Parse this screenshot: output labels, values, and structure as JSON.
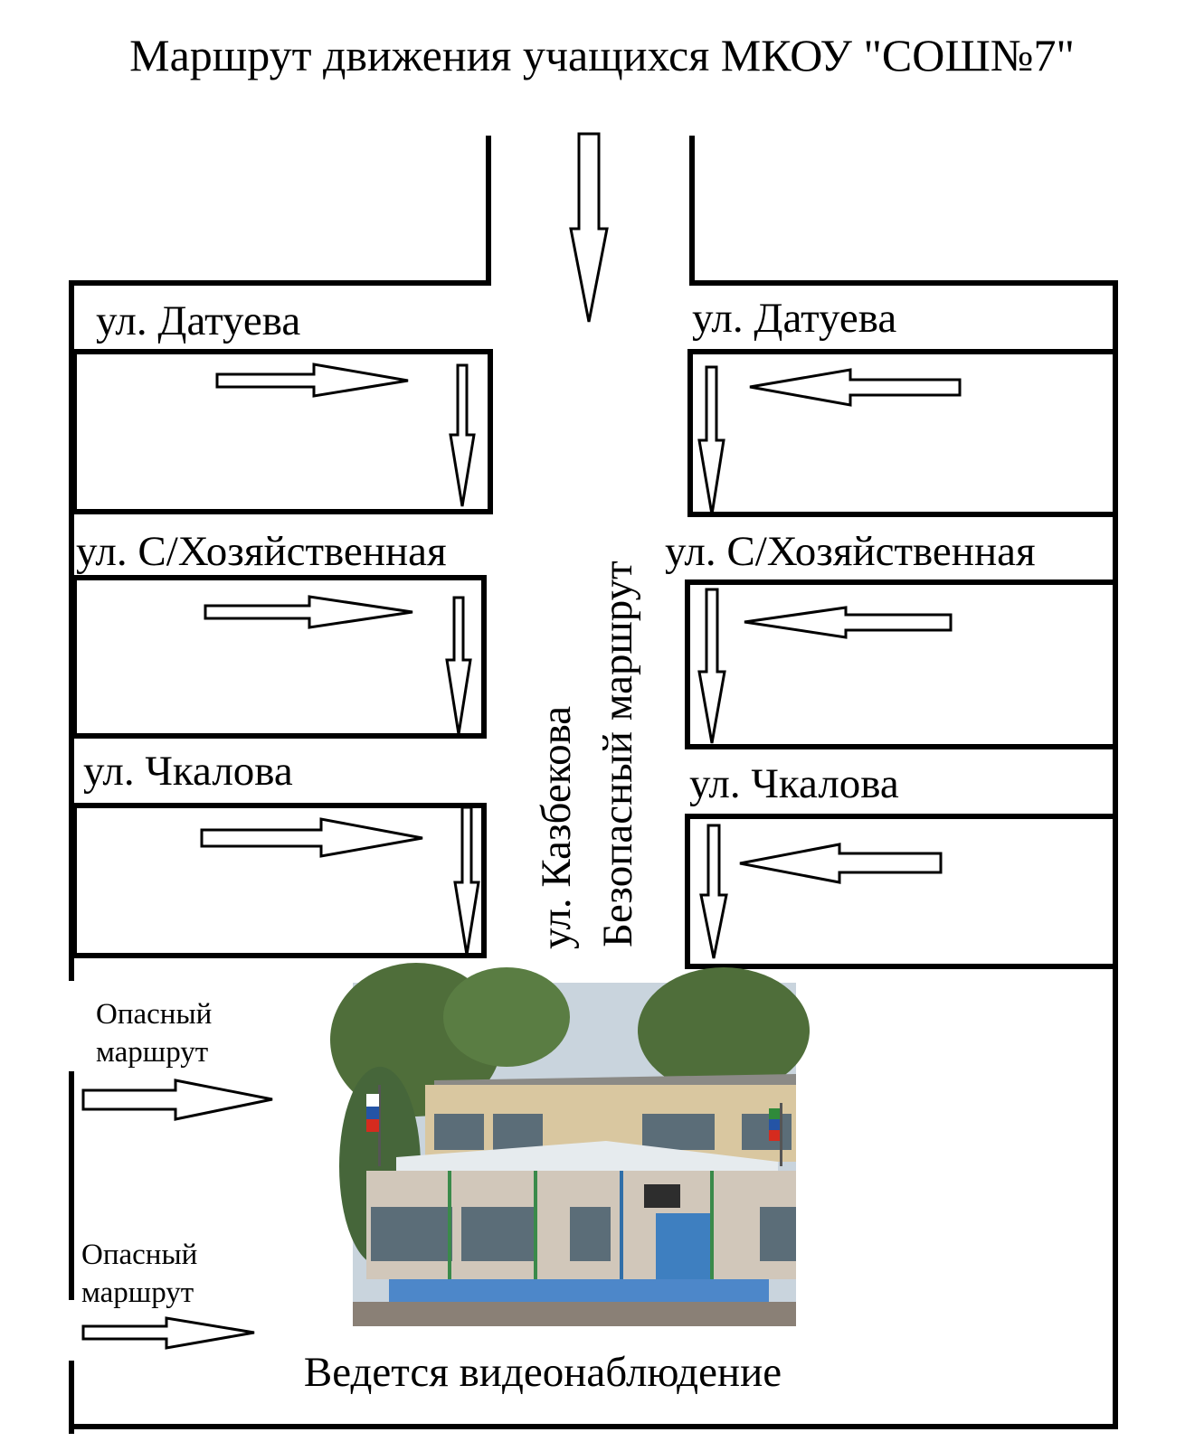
{
  "title": "Маршрут движения учащихся МКОУ \"СОШ№7\"",
  "streets": {
    "datueva": "ул. Датуева",
    "s_hoz": "ул. С/Хозяйственная",
    "chkalova": "ул. Чкалова",
    "kazbekova": "ул. Казбекова"
  },
  "safe_route_label": "Безопасный маршрут",
  "dangerous_route_label": "Опасный маршрут",
  "footer": "Ведется видеонаблюдение",
  "photo": {
    "colors": {
      "sky": "#c9d4dd",
      "trees": "#4f6e3a",
      "wall": "#d9c7a0",
      "windows": "#5b6d78",
      "door": "#3e7fc0",
      "steps": "#4d87c9",
      "ground": "#8a8076"
    }
  }
}
